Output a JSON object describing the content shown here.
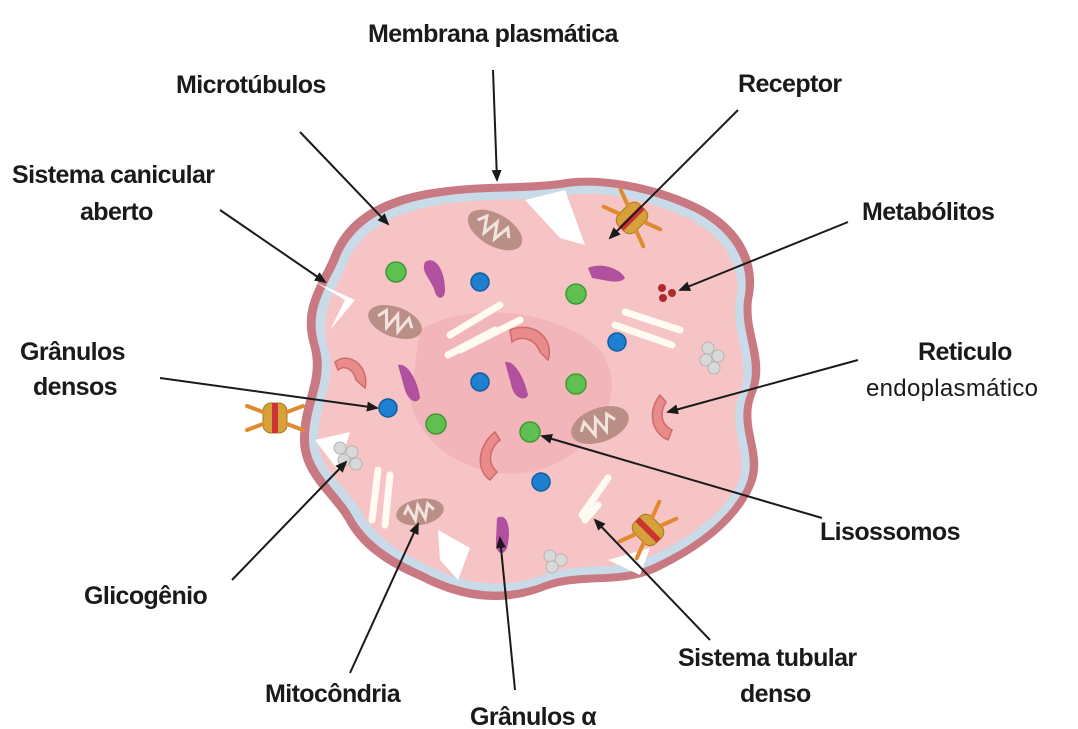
{
  "labels": {
    "membrana": "Membrana plasmática",
    "microtubulos": "Microtúbulos",
    "receptor": "Receptor",
    "sistema_canicular_1": "Sistema canicular",
    "sistema_canicular_2": "aberto",
    "metabolitos": "Metabólitos",
    "granulos_densos_1": "Grânulos",
    "granulos_densos_2": "densos",
    "reticulo_1": "Reticulo",
    "reticulo_2": "endoplasmático",
    "lisossomos": "Lisossomos",
    "glicogenio": "Glicogênio",
    "mitocondria": "Mitocôndria",
    "granulos_alpha": "Grânulos α",
    "sistema_tubular_1": "Sistema tubular",
    "sistema_tubular_2": "denso"
  },
  "colors": {
    "cytoplasm": "#f6c4c4",
    "membrane_outer": "#c97982",
    "membrane_inner": "#bcd0df",
    "dense_granule": "#1f7fd0",
    "lysosome": "#5fbf4f",
    "alpha_granule": "#b0509e",
    "mitochondria": "#b98f86",
    "receptor": "#d5a23a",
    "metabolite": "#b02a2a",
    "glycogen": "#d4d4d4"
  }
}
